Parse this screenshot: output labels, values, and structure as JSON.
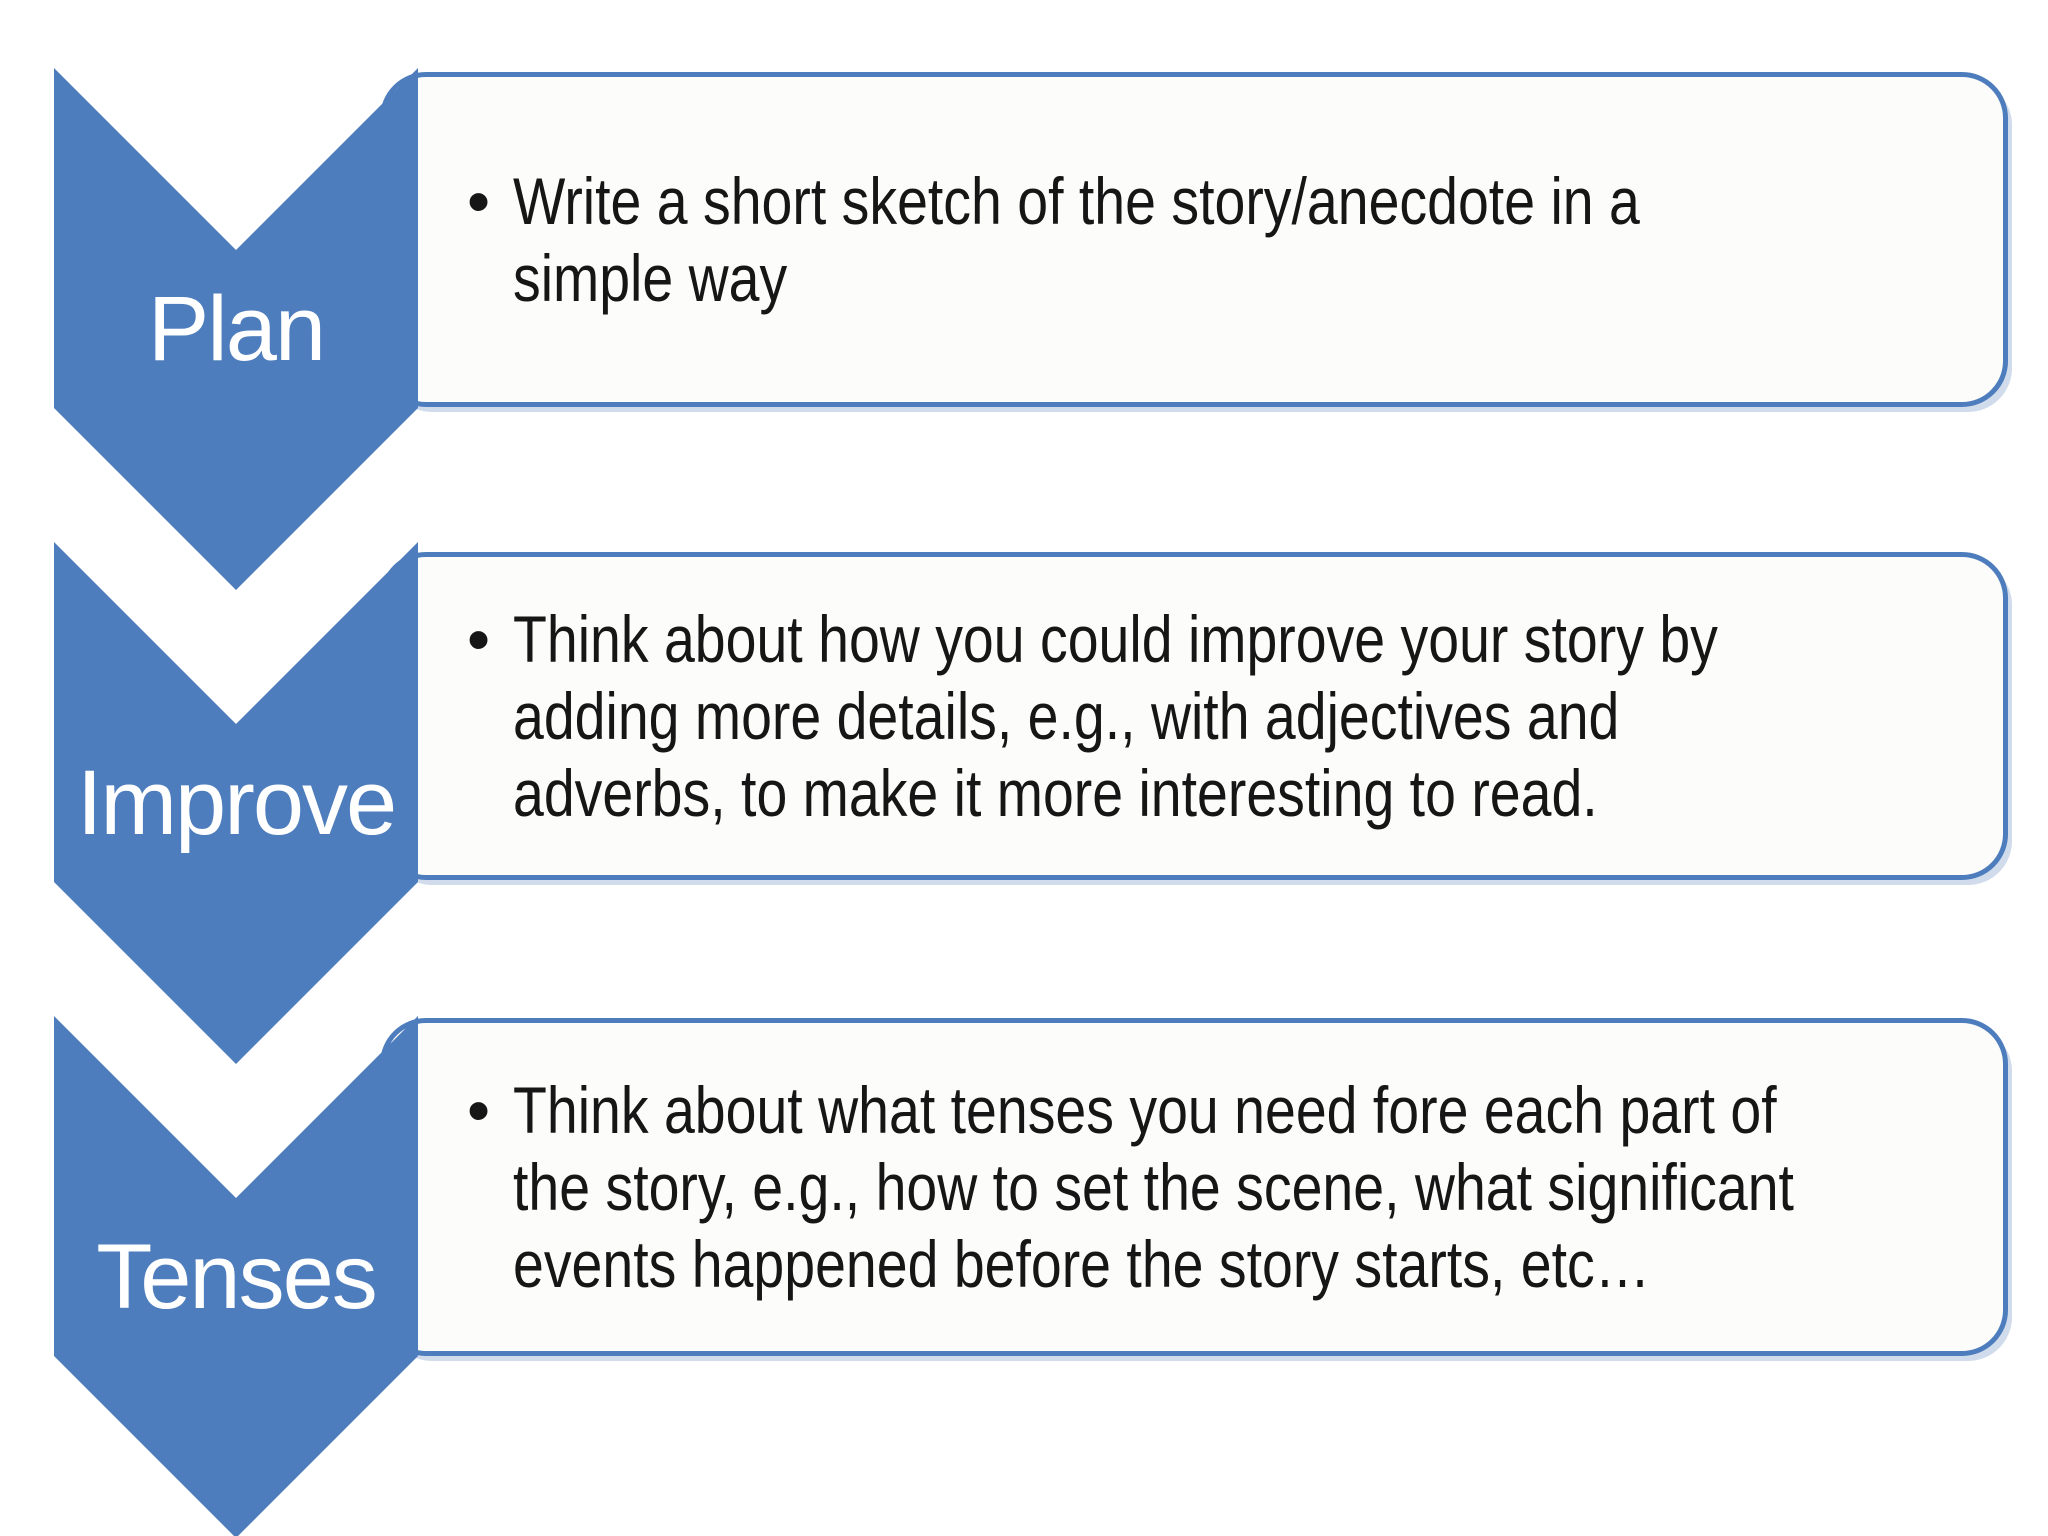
{
  "bullet_char": "•",
  "colors": {
    "chevron_fill": "#4d7dbd",
    "box_border": "#4d7dbd",
    "box_fill": "#fcfcfa",
    "box_shadow_tint": "rgba(150,175,210,0.45)",
    "label_text": "#ffffff",
    "body_text": "#161616",
    "background": "#ffffff"
  },
  "steps": [
    {
      "label": "Plan",
      "lines": [
        "Write a short sketch of the story/anecdote in a",
        "simple way"
      ]
    },
    {
      "label": "Improve",
      "lines": [
        "Think about how you could improve your story by",
        "adding more details, e.g., with adjectives and",
        "adverbs, to make it more interesting to read."
      ]
    },
    {
      "label": "Tenses",
      "lines": [
        "Think about what tenses you need fore each part of",
        "the story, e.g., how to set the scene, what significant",
        "events happened before the story starts, etc…"
      ]
    }
  ]
}
